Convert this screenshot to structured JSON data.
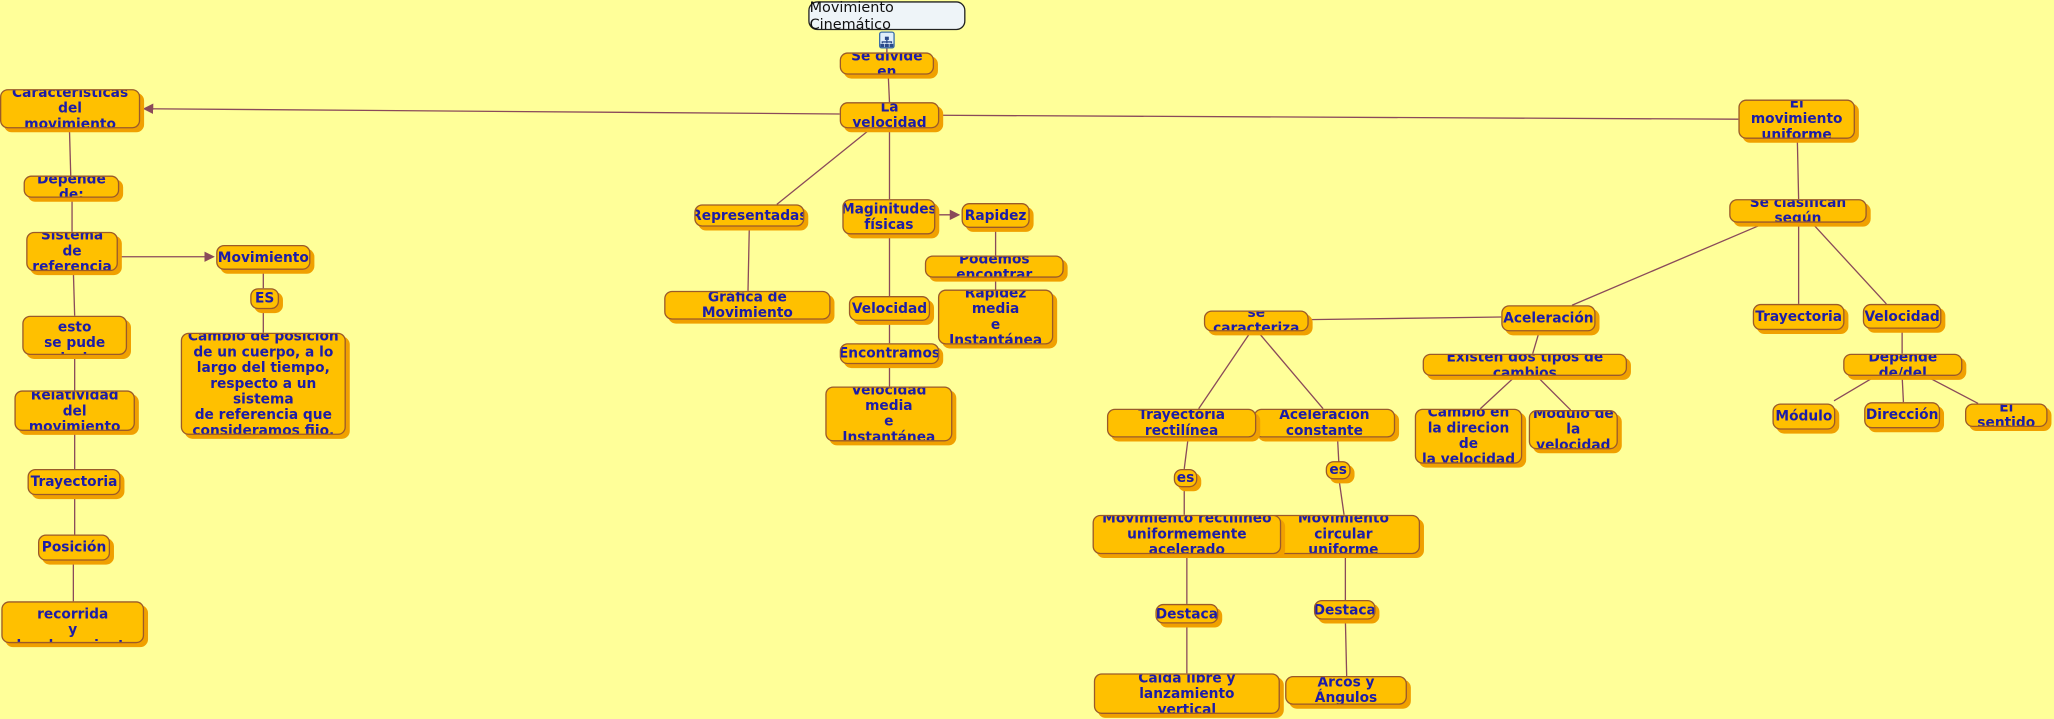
{
  "title": "Movimiento Cinemático",
  "icons": {
    "map": "tree-structure-icon"
  },
  "colors": {
    "background": "#ffff99",
    "node": "#ffc000",
    "text": "#1c1ca8",
    "link": "#8a4a5a"
  },
  "nodes": {
    "se_divide_en": "Se divide en",
    "la_velocidad": "La velocidad",
    "caracteristicas": "Caracteristicas del\nmovimiento",
    "depende_de": "Depende de:",
    "sistema_referencia": "Sistema de\nreferencia",
    "movimiento": "Movimiento",
    "es_upper": "ES",
    "cambio_posicion": "Cambio de posición\nde un cuerpo, a lo\nlargo del tiempo,\nrespecto a un sistema\nde referencia que\nconsideramos fijo.",
    "sabiendo": "Sabiendo esto\nse pude decir",
    "relatividad": "Relatividad del\nmovimiento",
    "trayectoria_left": "Trayectoria",
    "posicion": "Posición",
    "distancia": "Distancia recorrida\ny desplazamiento",
    "representadas": "Representadas",
    "grafica": "Gráfica de Movimiento",
    "magnitudes": "Maginitudes\nfísicas",
    "rapidez": "Rapidez",
    "podemos_encontrar": "Podemos encontrar",
    "rapidez_media": "Rapidez media\ne\nInstantánea",
    "velocidad_mid": "Velocidad",
    "encontramos": "Encontramos",
    "velocidad_media": "Velocidad media\ne\nInstantánea",
    "mov_uniforme": "El movimiento\nuniforme",
    "se_clasifican": "Se clasifican según",
    "se_caracteriza": "se caracteriza",
    "aceleracion": "Aceleración",
    "existen": "Existen dos tipos de cambios",
    "trayectoria_right": "Trayectoria",
    "velocidad_right": "Velocidad",
    "depende_del": "Depende de/del",
    "modulo": "Módulo",
    "direccion": "Dirección",
    "sentido": "El sentido",
    "tray_rectilinea": "Trayectoria rectilínea",
    "acel_constante": "Aceleración constante",
    "cambio_direccion": "Cambio en\nla direcion de\nla velocidad",
    "modulo_velocidad": "Modulo de\nla velocidad",
    "es_1": "es",
    "es_2": "es",
    "mov_rectilineo": "Movimiento rectilineo\nuniformemente acelerado",
    "mov_circular": "Movimiento circular\nuniforme",
    "destaca_1": "Destaca",
    "destaca_2": "Destaca",
    "caida_libre": "Caída libre y lanzamiento\nvertical",
    "arcos": "Arcos y Ángulos"
  }
}
